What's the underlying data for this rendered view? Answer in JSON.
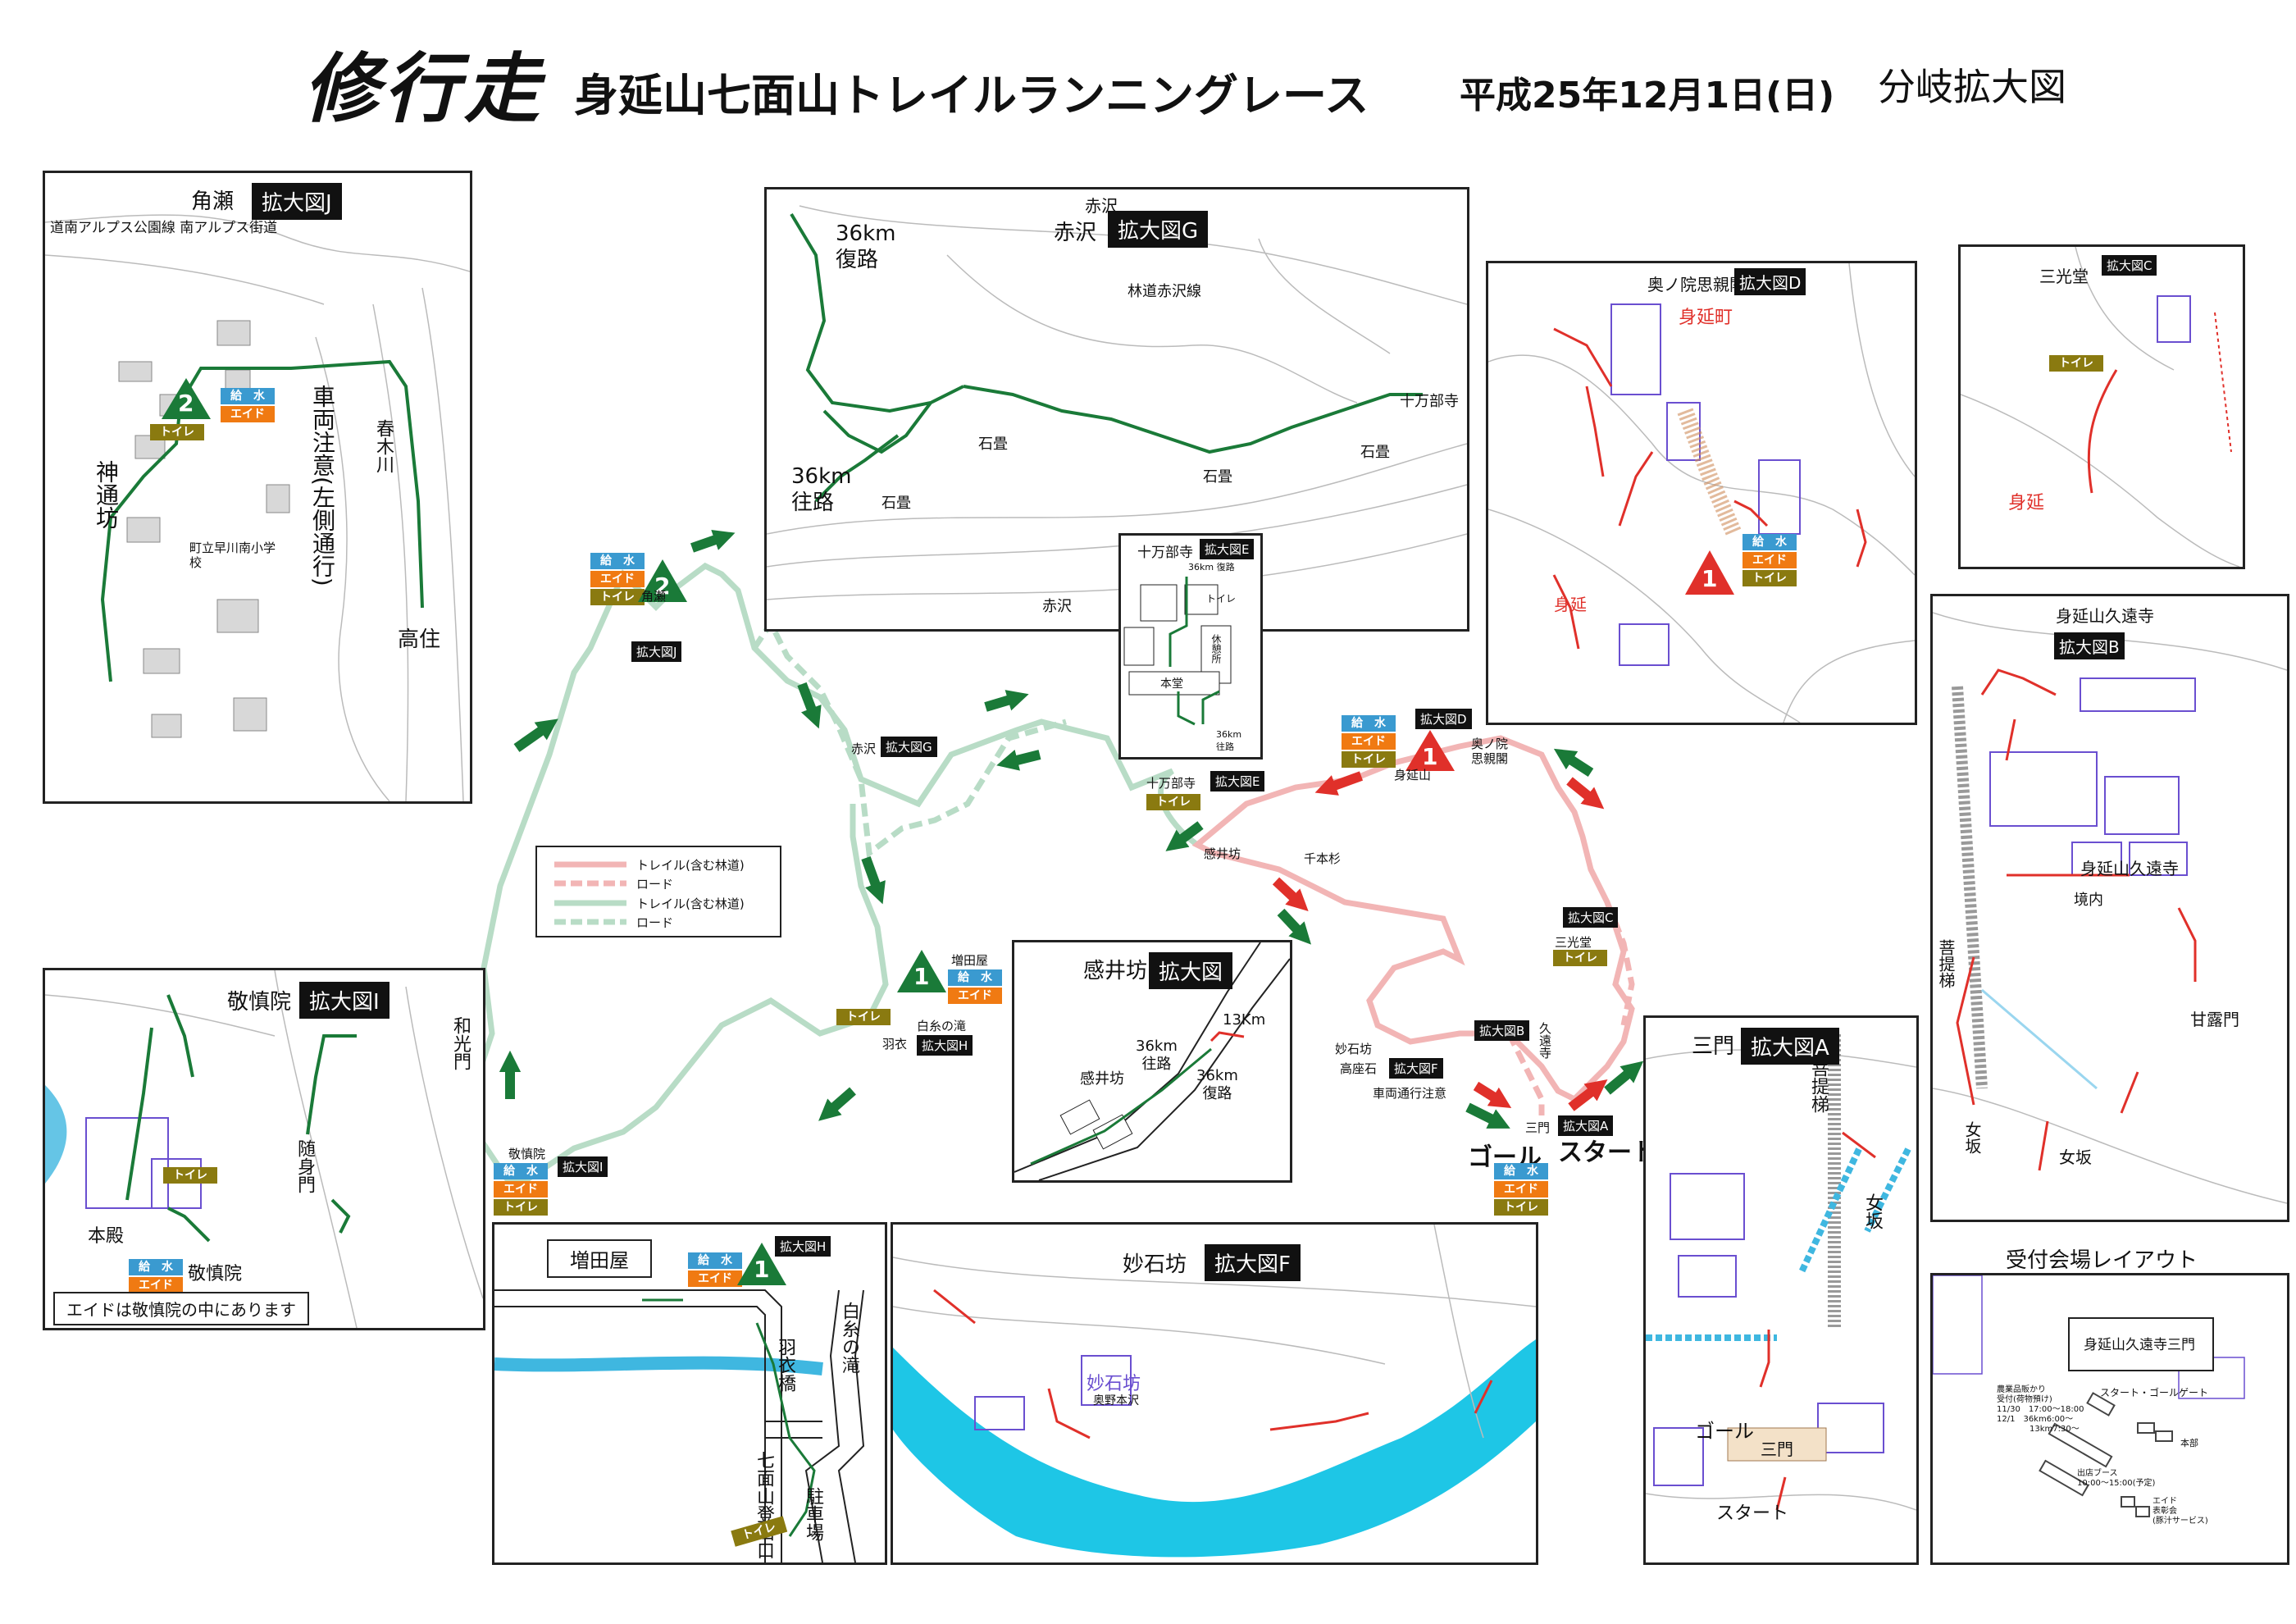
{
  "header": {
    "logo": "修行走",
    "title": "身延山七面山トレイルランニングレース",
    "date": "平成25年12月1日(日)",
    "tag": "分岐拡大図"
  },
  "badges": {
    "water": "給　水",
    "aid": "エイド",
    "toilet": "トイレ"
  },
  "colors": {
    "pink_trail": "#f2b5b5",
    "green_trail": "#b8dcc6",
    "green_arrow": "#1a7a38",
    "red_arrow": "#e0302a",
    "water": "#3fb7e0",
    "temple": "#6a4fd0"
  },
  "legend": {
    "items": [
      "トレイル(含む林道)",
      "ロード",
      "トレイル(含む林道)",
      "ロード"
    ]
  },
  "overview": {
    "kakuse": "角瀬",
    "kakuse_tag": "拡大図J",
    "akasawa": "赤沢",
    "akasawa_tag": "拡大図G",
    "jumanbuji": "十万部寺",
    "jumanbuji_tag": "拡大図E",
    "kanjobo": "感井坊",
    "okunoin": "奥ノ院\n思親閣",
    "okunoin_tag": "拡大図D",
    "minobusan": "身延山",
    "senbonsugi": "千本杉",
    "sankodo": "三光堂",
    "sankodo_tag": "拡大図C",
    "kuonji": "久遠寺",
    "kuonji_tag": "拡大図B",
    "myosekibo": "妙石坊",
    "myosekibo_tag": "拡大図F",
    "takazaseki": "高座石",
    "caution": "車両通行注意",
    "sanmon": "三門",
    "sanmon_tag": "拡大図A",
    "goal": "ゴール",
    "start": "スタート",
    "keishinin": "敬慎院",
    "keishinin_tag": "拡大図I",
    "masudaya": "増田屋",
    "shiraitonotaki": "白糸の滝",
    "hagoromo": "羽衣",
    "hagoromo_tag": "拡大図H",
    "num1": "1",
    "num2": "2"
  },
  "panel_j": {
    "place": "角瀬",
    "tag": "拡大図J",
    "road": "道南アルプス公園線 南アルプス街道",
    "caution": "車両注意(左側通行)",
    "jintsubo": "神通坊",
    "school": "町立早川南小学校",
    "takasumi": "高住",
    "haru": "春木川",
    "num": "2"
  },
  "panel_g": {
    "place": "赤沢",
    "tag": "拡大図G",
    "akasawa_top": "赤沢",
    "akasawa_bottom": "赤沢",
    "return_route": "36km\n復路",
    "out_route": "36km\n往路",
    "ishidatami1": "石畳",
    "ishidatami2": "石畳",
    "ishidatami3": "石畳",
    "ishidatami4": "石畳",
    "jumanbuji": "十万部寺",
    "rindo": "林道赤沢線"
  },
  "panel_e": {
    "place": "十万部寺",
    "tag": "拡大図E",
    "route_top": "36km 復路",
    "route_bottom": "36km\n往路",
    "toilet": "トイレ",
    "rest": "休憩所",
    "hondo": "本堂"
  },
  "panel_d": {
    "place": "奥ノ院思親閣",
    "tag": "拡大図D",
    "minobu_town": "身延町",
    "minobu": "身延",
    "num": "1"
  },
  "panel_c": {
    "place": "三光堂",
    "tag": "拡大図C",
    "minobu": "身延"
  },
  "panel_b": {
    "place": "身延山久遠寺",
    "tag": "拡大図B",
    "temple": "身延山久遠寺",
    "keidai": "境内",
    "bodaitei": "菩提梯",
    "kanromon": "甘露門",
    "onnazaka1": "女坂",
    "onnazaka2": "女坂"
  },
  "panel_kanjo": {
    "place": "感井坊",
    "tag": "拡大図",
    "d13": "13Km",
    "out36": "36km\n往路",
    "ret36": "36km\n復路",
    "kanjobo": "感井坊"
  },
  "panel_i": {
    "place": "敬慎院",
    "tag": "拡大図Ⅰ",
    "wakomon": "和光門",
    "zuishinmon": "随身門",
    "honden": "本殿",
    "keishinin": "敬慎院",
    "note": "エイドは敬慎院の中にあります"
  },
  "panel_h": {
    "place": "増田屋",
    "tag": "拡大図H",
    "taki": "白糸の滝",
    "bridge": "羽衣橋",
    "trailhead": "七面山登山口",
    "parking": "駐車場",
    "num": "1"
  },
  "panel_f": {
    "place": "妙石坊",
    "tag": "拡大図F",
    "temple": "妙石坊",
    "sub": "奥野本沢"
  },
  "panel_a": {
    "place": "三門",
    "tag": "拡大図A",
    "bodaitei": "菩提梯",
    "onnazaka": "女坂",
    "goal": "ゴール",
    "sanmon": "三門",
    "start": "スタート"
  },
  "reception": {
    "title": "受付会場レイアウト",
    "temple": "身延山久遠寺三門",
    "gate": "スタート・ゴールゲート",
    "desk": "農業品販かり\n受付(荷物預け)\n11/30　17:00～18:00\n12/1　36km6:00～\n　　　　13km7:30～",
    "hq": "本部",
    "booth": "出店ブース\n10:00～15:00(予定)",
    "aid": "エイド\n表彰会\n(豚汁サービス)"
  }
}
